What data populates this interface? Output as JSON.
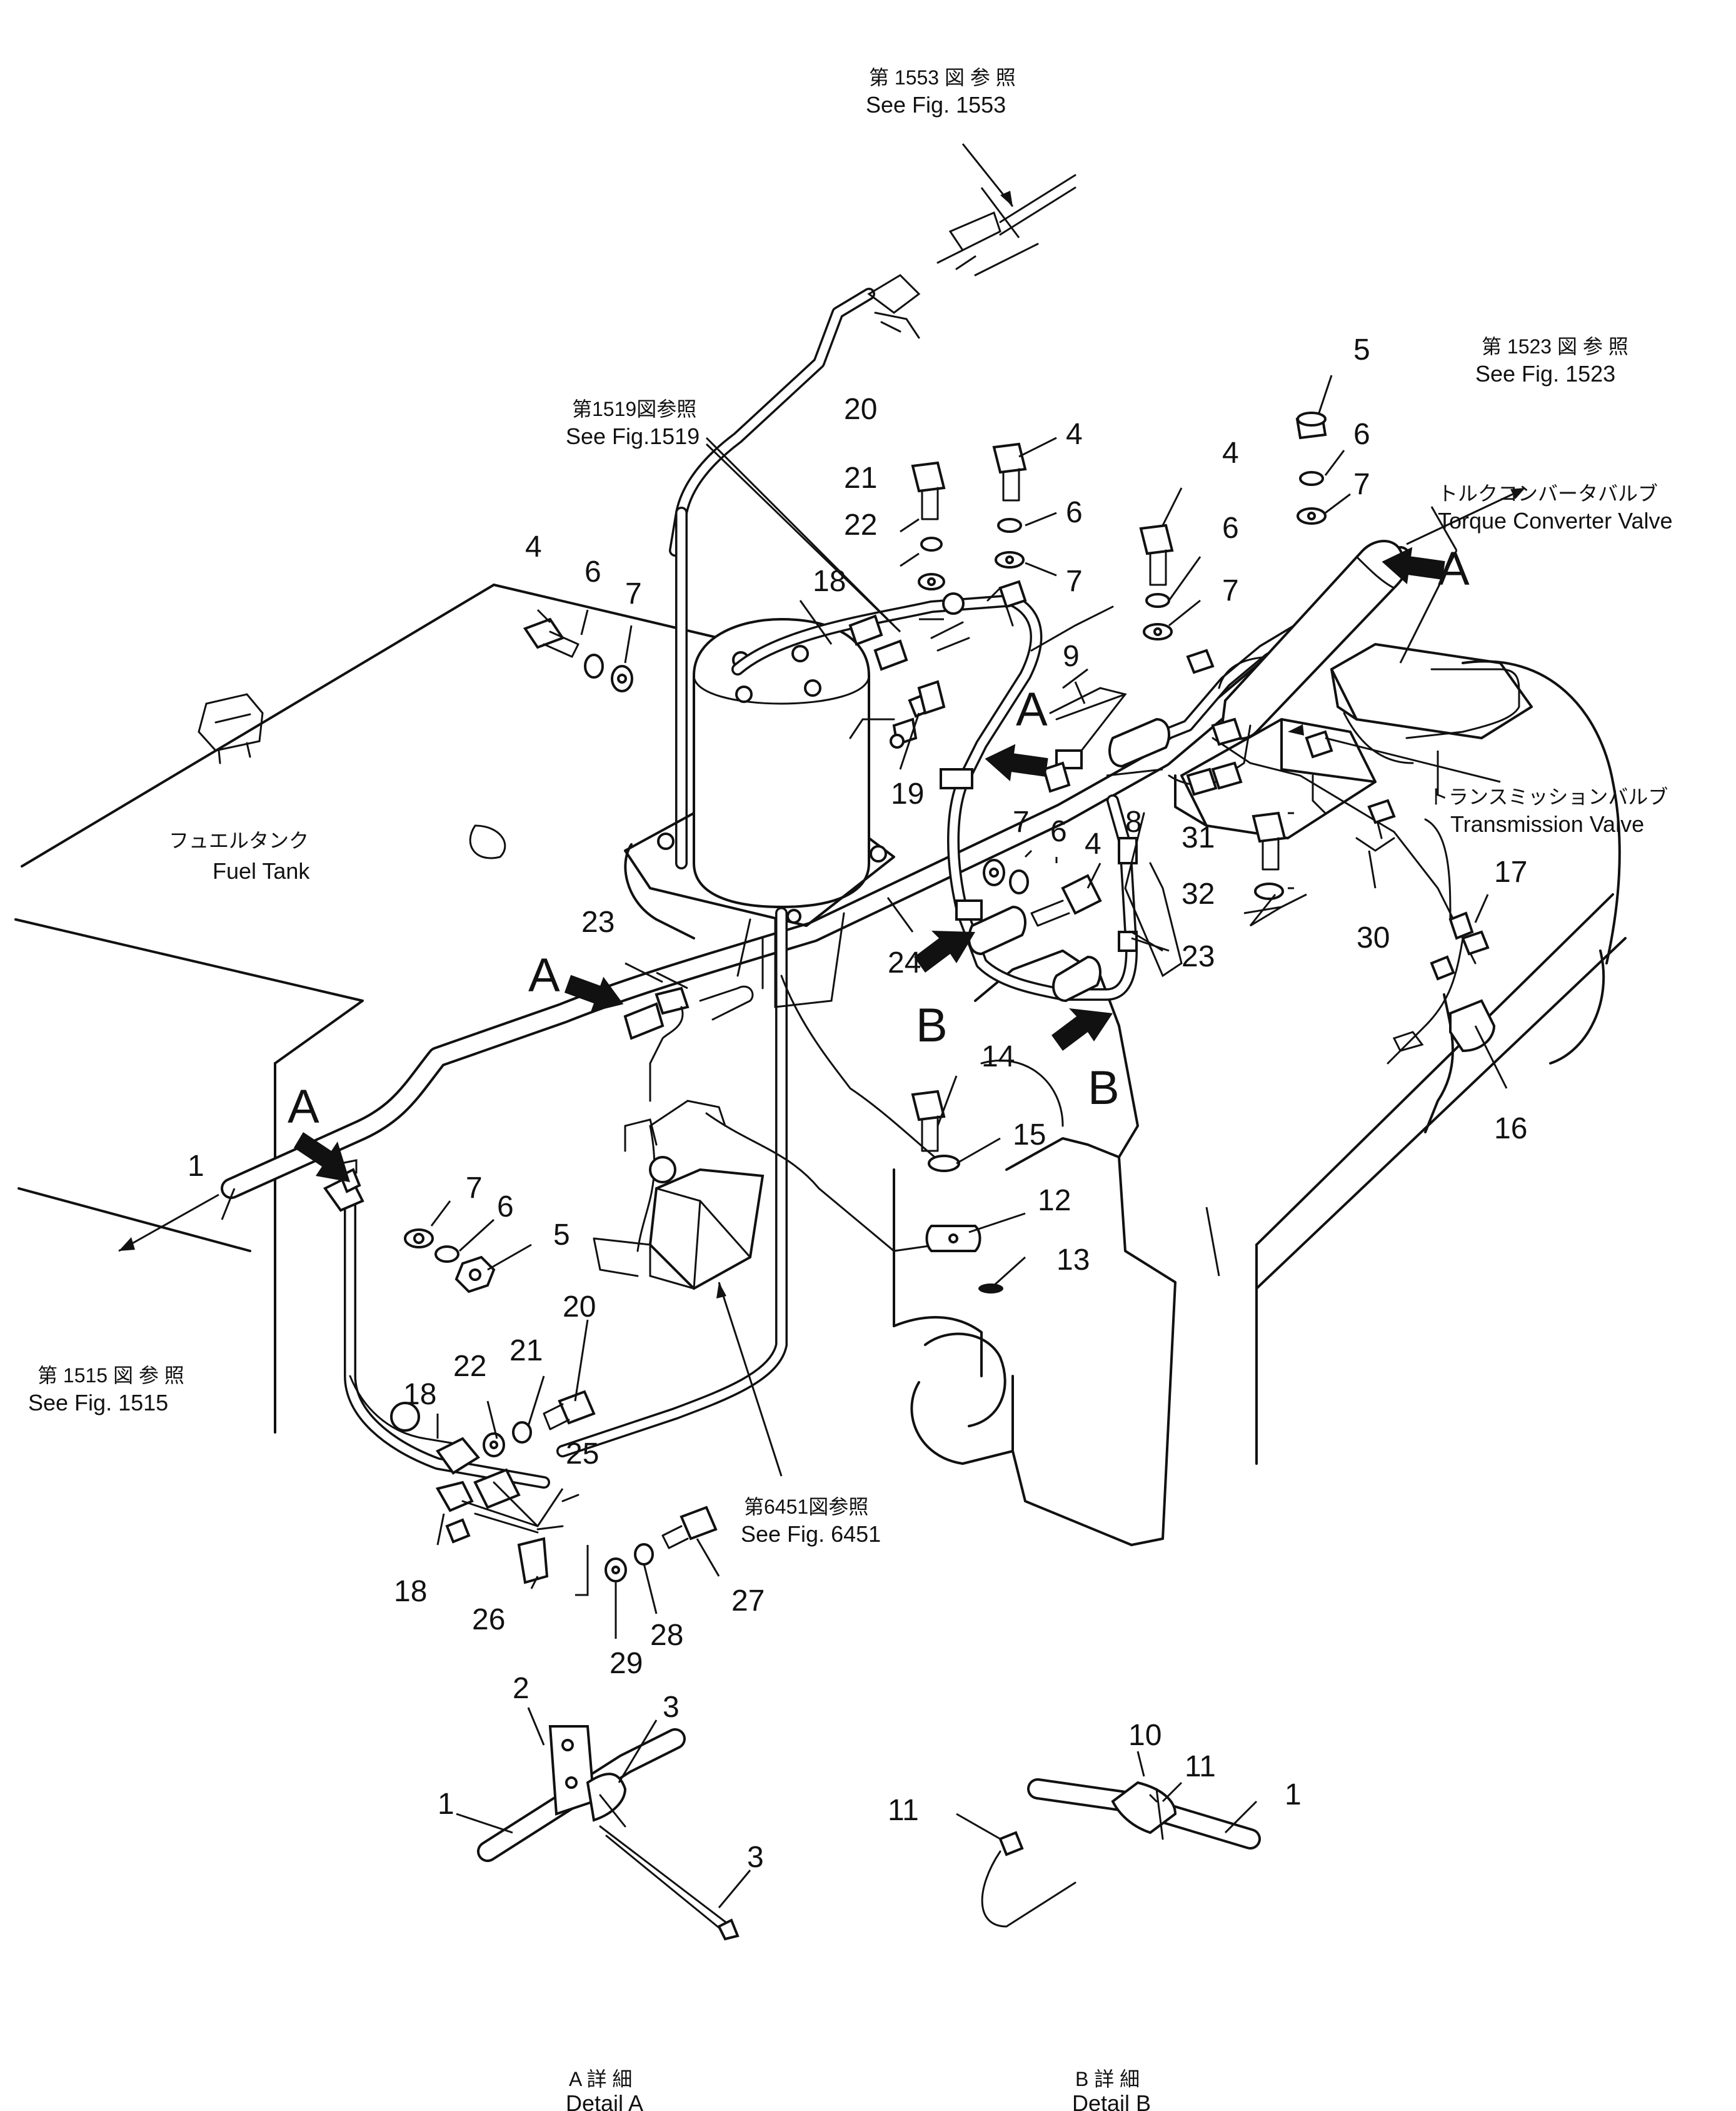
{
  "references": {
    "fig1553": {
      "jp": "第 1553 図 参 照",
      "en": "See Fig. 1553"
    },
    "fig1519": {
      "jp": "第1519図参照",
      "en": "See Fig.1519"
    },
    "fig1523": {
      "jp": "第 1523 図 参 照",
      "en": "See Fig. 1523"
    },
    "fig1515": {
      "jp": "第 1515 図 参 照",
      "en": "See Fig. 1515"
    },
    "fig6451": {
      "jp": "第6451図参照",
      "en": "See Fig. 6451"
    }
  },
  "components": {
    "fuel_tank": {
      "jp": "フュエルタンク",
      "en": "Fuel Tank"
    },
    "torque_converter_valve": {
      "jp": "トルクコンバータバルブ",
      "en": "Torque Converter Valve"
    },
    "transmission_valve": {
      "jp": "トランスミッションバルブ",
      "en": "Transmission Valve"
    }
  },
  "details": {
    "a": {
      "jp": "A 詳 細",
      "en": "Detail A"
    },
    "b": {
      "jp": "B 詳 細",
      "en": "Detail B"
    }
  },
  "view_markers": {
    "a": "A",
    "b": "B"
  },
  "callouts": {
    "c1": "1",
    "c2": "2",
    "c3": "3",
    "c4": "4",
    "c5": "5",
    "c6": "6",
    "c7": "7",
    "c8": "8",
    "c9": "9",
    "c10": "10",
    "c11": "11",
    "c12": "12",
    "c13": "13",
    "c14": "14",
    "c15": "15",
    "c16": "16",
    "c17": "17",
    "c18": "18",
    "c19": "19",
    "c20": "20",
    "c21": "21",
    "c22": "22",
    "c23": "23",
    "c24": "24",
    "c25": "25",
    "c26": "26",
    "c27": "27",
    "c28": "28",
    "c29": "29",
    "c30": "30",
    "c31": "31",
    "c32": "32"
  }
}
